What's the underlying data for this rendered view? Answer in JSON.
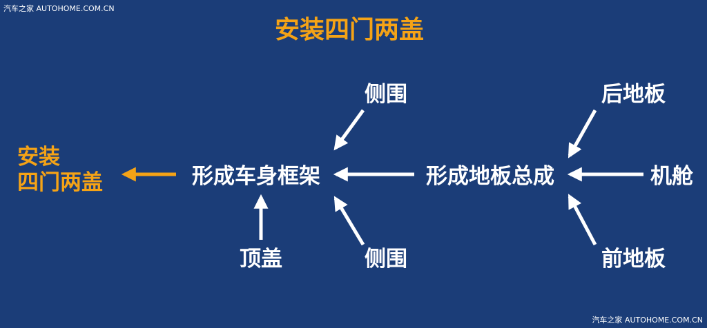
{
  "watermark": {
    "top_left": "汽车之家 AUTOHOME.COM.CN",
    "bottom_right": "汽车之家 AUTOHOME.COM.CN"
  },
  "title": "安装四门两盖",
  "nodes": {
    "install_doors_hoods_line1": "安装",
    "install_doors_hoods_line2": "四门两盖",
    "form_body_frame": "形成车身框架",
    "form_floor_assembly": "形成地板总成",
    "side_panel_top": "侧围",
    "side_panel_bottom": "侧围",
    "roof": "顶盖",
    "rear_floor": "后地板",
    "engine_bay": "机舱",
    "front_floor": "前地板"
  },
  "colors": {
    "background": "#1b3d78",
    "text": "#ffffff",
    "accent": "#f5a316"
  }
}
